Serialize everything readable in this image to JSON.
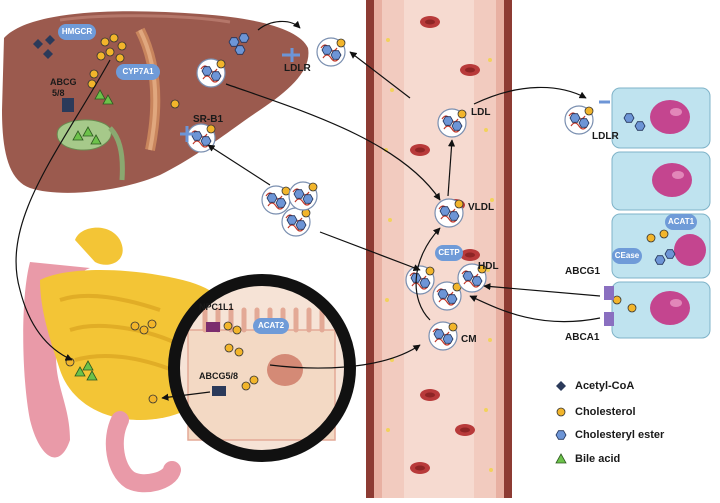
{
  "labels": {
    "hmgcr": "HMGCR",
    "cyp7a1": "CYP7A1",
    "abcg58_liver_a": "ABCG",
    "abcg58_liver_b": "5/8",
    "ldlr_liver": "LDLR",
    "srb1": "SR-B1",
    "ldl": "LDL",
    "ldlr_cell": "LDLR",
    "vldl": "VLDL",
    "cetp": "CETP",
    "hdl": "HDL",
    "cm": "CM",
    "abcg1": "ABCG1",
    "abca1": "ABCA1",
    "acat1": "ACAT1",
    "cease": "CEase",
    "npc1l1": "NPC1L1",
    "acat2": "ACAT2",
    "abcg58_intestine": "ABCG5/8"
  },
  "legend": [
    {
      "symbol": "diamond",
      "label": "Acetyl-CoA"
    },
    {
      "symbol": "circle",
      "label": "Cholesterol"
    },
    {
      "symbol": "hexagon",
      "label": "Cholesteryl ester"
    },
    {
      "symbol": "triangle",
      "label": "Bile acid"
    }
  ],
  "colors": {
    "liver": "#9b5a4e",
    "vessel": "#e8b0a2",
    "rbc": "#b83a3a",
    "cell": "#bfe3ef",
    "nucleus": "#c4458f",
    "intestine_yellow": "#f3c536",
    "intestine_pink": "#e99aa8",
    "enterocyte": "#f3d9c4",
    "pill": "#6f9bd8",
    "cholesterol": "#f2b52b",
    "cholesteryl_ester": "#6d95d6",
    "bile_acid": "#6cc24a",
    "acetyl_coa": "#2b3a5a"
  }
}
